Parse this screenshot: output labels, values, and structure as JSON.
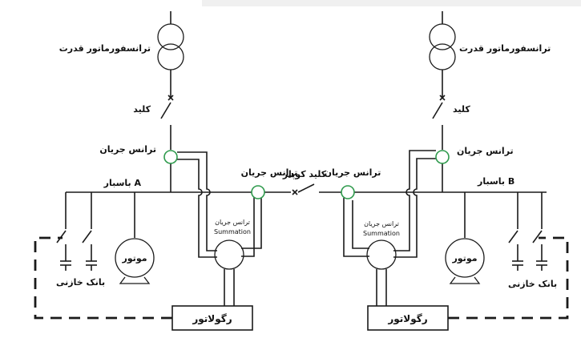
{
  "labels": {
    "power_transformer": "ترانسفورماتور قدرت",
    "breaker": "کلید",
    "current_transformer": "ترانس جریان",
    "busbar_a": "باسبار A",
    "busbar_b": "باسبار B",
    "coupler_breaker": "کلید کوپلر",
    "ct_summation_1": "ترانس جریان",
    "ct_summation_2": "Summation",
    "motor": "موتور",
    "capacitor_bank": "بانک خازنی",
    "regulator": "رگولاتور"
  }
}
